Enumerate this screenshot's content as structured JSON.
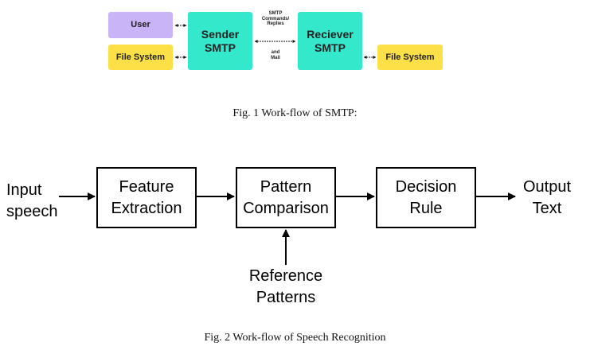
{
  "figure1": {
    "boxes": {
      "user": "User",
      "file_system_left": "File System",
      "sender": "Sender\nSMTP",
      "receiver": "Reciever\nSMTP",
      "file_system_right": "File System"
    },
    "middle_label_top": "SMTP\nCommands/\nReplies",
    "middle_label_bottom": "and\nMail",
    "colors": {
      "user": "#c8b4f6",
      "file_system": "#fde047",
      "smtp": "#34e8cc"
    },
    "caption": "Fig. 1 Work-flow of SMTP:"
  },
  "figure2": {
    "input": "Input\nspeech",
    "boxes": {
      "feature": "Feature\nExtraction",
      "pattern": "Pattern\nComparison",
      "decision": "Decision\nRule"
    },
    "output": "Output\nText",
    "reference": "Reference\nPatterns",
    "caption": "Fig. 2 Work-flow of Speech Recognition"
  }
}
